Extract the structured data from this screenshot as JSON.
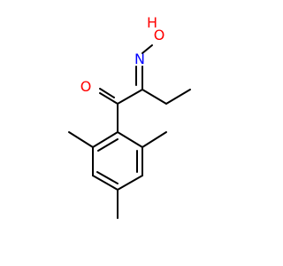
{
  "molecule": {
    "atom_labels": [
      {
        "id": "O1",
        "text": "O",
        "color": "#ff0000"
      },
      {
        "id": "O2",
        "text": "O",
        "color": "#ff0000"
      },
      {
        "id": "H",
        "text": "H",
        "color": "#ff0000"
      },
      {
        "id": "N",
        "text": "N",
        "color": "#0000ff"
      }
    ]
  }
}
